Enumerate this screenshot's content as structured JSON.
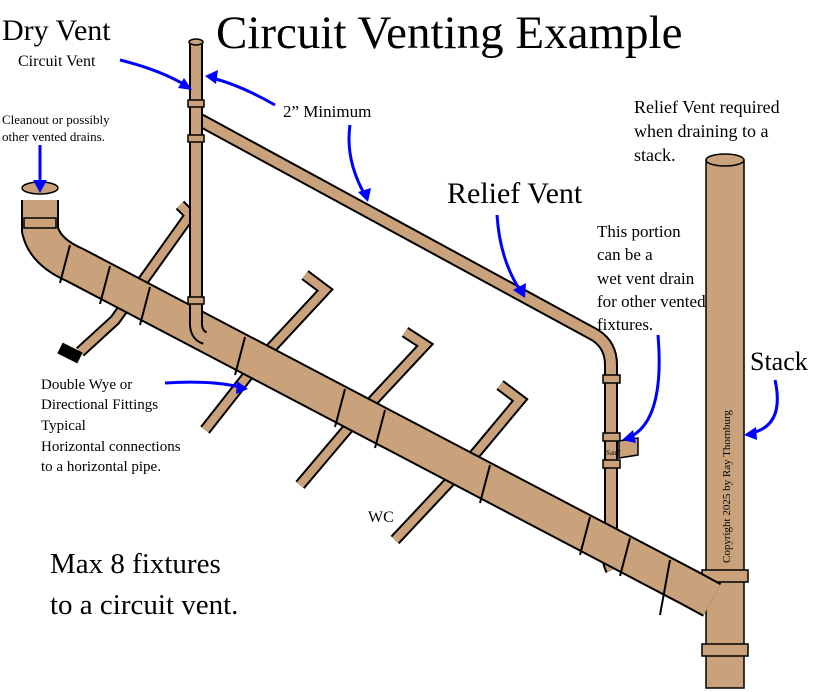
{
  "title": "Circuit Venting Example",
  "labels": {
    "dry_vent": "Dry Vent",
    "circuit_vent": "Circuit Vent",
    "two_inch_min": "2” Minimum",
    "cleanout_1": "Cleanout or possibly",
    "cleanout_2": "other vented drains.",
    "relief_req_1": "Relief Vent required",
    "relief_req_2": "when draining to a",
    "relief_req_3": "stack.",
    "relief_vent": "Relief Vent",
    "portion_1": "This portion",
    "portion_2": "can be a",
    "portion_3": "wet vent drain",
    "portion_4": "for other vented",
    "portion_5": "fixtures.",
    "stack": "Stack",
    "sant": "SanT",
    "copyright": "Copyright 2025 by Ray Thornburg",
    "wye_1": "Double Wye or",
    "wye_2": "Directional Fittings",
    "wye_3": "Typical",
    "wye_4": "Horizontal connections",
    "wye_5": "to a horizontal pipe.",
    "wc": "WC",
    "max_1": "Max 8 fixtures",
    "max_2": "to a circuit vent."
  },
  "colors": {
    "pipe": "#c9a27b",
    "arrow": "#0000ff",
    "outline": "#000000"
  }
}
